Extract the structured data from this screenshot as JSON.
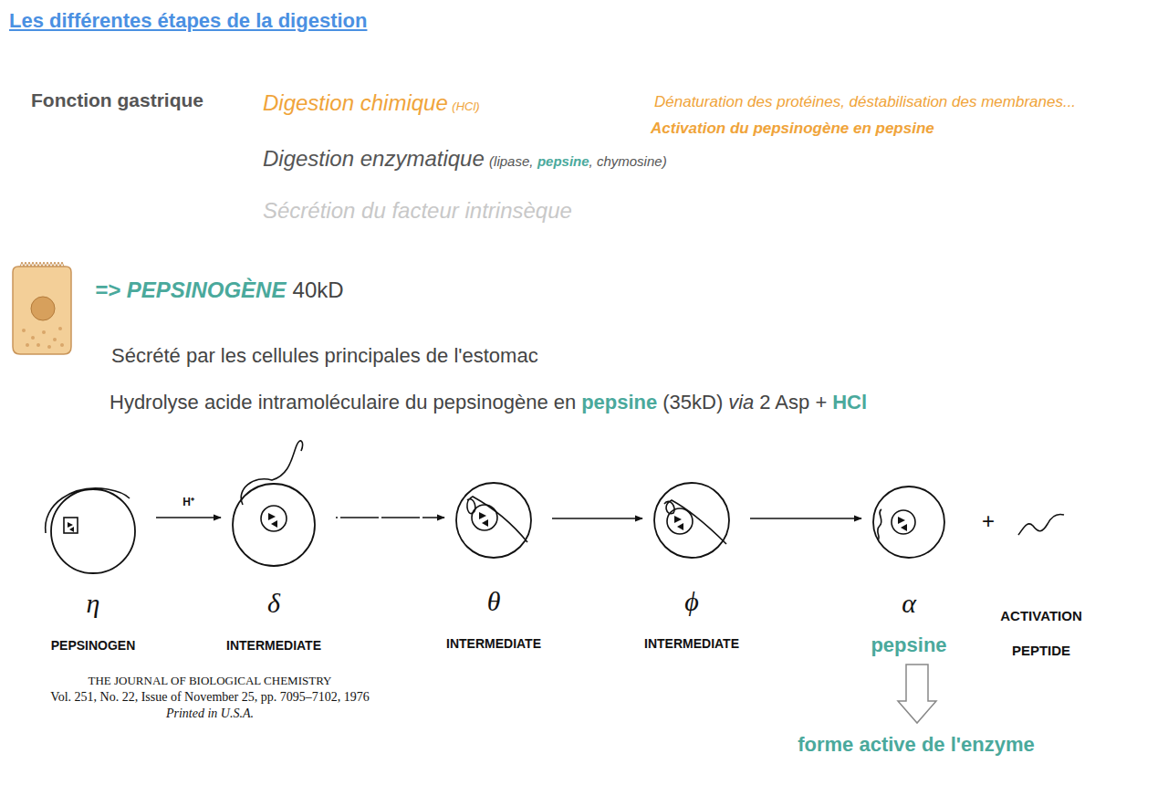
{
  "diagram": {
    "title": "Les différentes étapes de la digestion",
    "nodes": [
      {
        "text": [
          "η",
          "PEPSINOGEN"
        ]
      },
      {
        "text": [
          "δ",
          "INTERMEDIATE"
        ]
      },
      {
        "text": [
          "θ",
          "INTERMEDIATE"
        ]
      },
      {
        "text": [
          "ϕ",
          "INTERMEDIATE"
        ]
      },
      {
        "text": [
          "α",
          "pepsine"
        ]
      }
    ],
    "edges": [
      {
        "from": 0,
        "to": 1,
        "label": "H⁺",
        "arrow": "to"
      },
      {
        "from": 1,
        "to": 2,
        "arrow": "to"
      },
      {
        "from": 2,
        "to": 3,
        "arrow": "to"
      },
      {
        "from": 3,
        "to": 4,
        "arrow": "to"
      }
    ],
    "labels": [
      "Fonction gastrique",
      "Digestion chimique",
      "(HCl)",
      "Dénaturation des protéines, déstabilisation des membranes...",
      "Activation du pepsinogène en pepsine",
      "Digestion enzymatique",
      "(lipase,",
      "pepsine",
      ", chymosine)",
      "Sécrétion du facteur intrinsèque",
      "=> PEPSINOGÈNE",
      "40kD",
      "Sécrété par les cellules principales de l'estomac",
      "Hydrolyse acide intramoléculaire du pepsinogène en",
      "pepsine",
      "(35kD)",
      "via",
      "2 Asp +",
      "HCl",
      "+",
      "ACTIVATION PEPTIDE",
      "THE JOURNAL OF BIOLOGICAL CHEMISTRY",
      "Vol. 251, No. 22, Issue of November 25, pp. 7095–7102, 1976",
      "Printed in U.S.A.",
      "forme active de l'enzyme"
    ]
  }
}
